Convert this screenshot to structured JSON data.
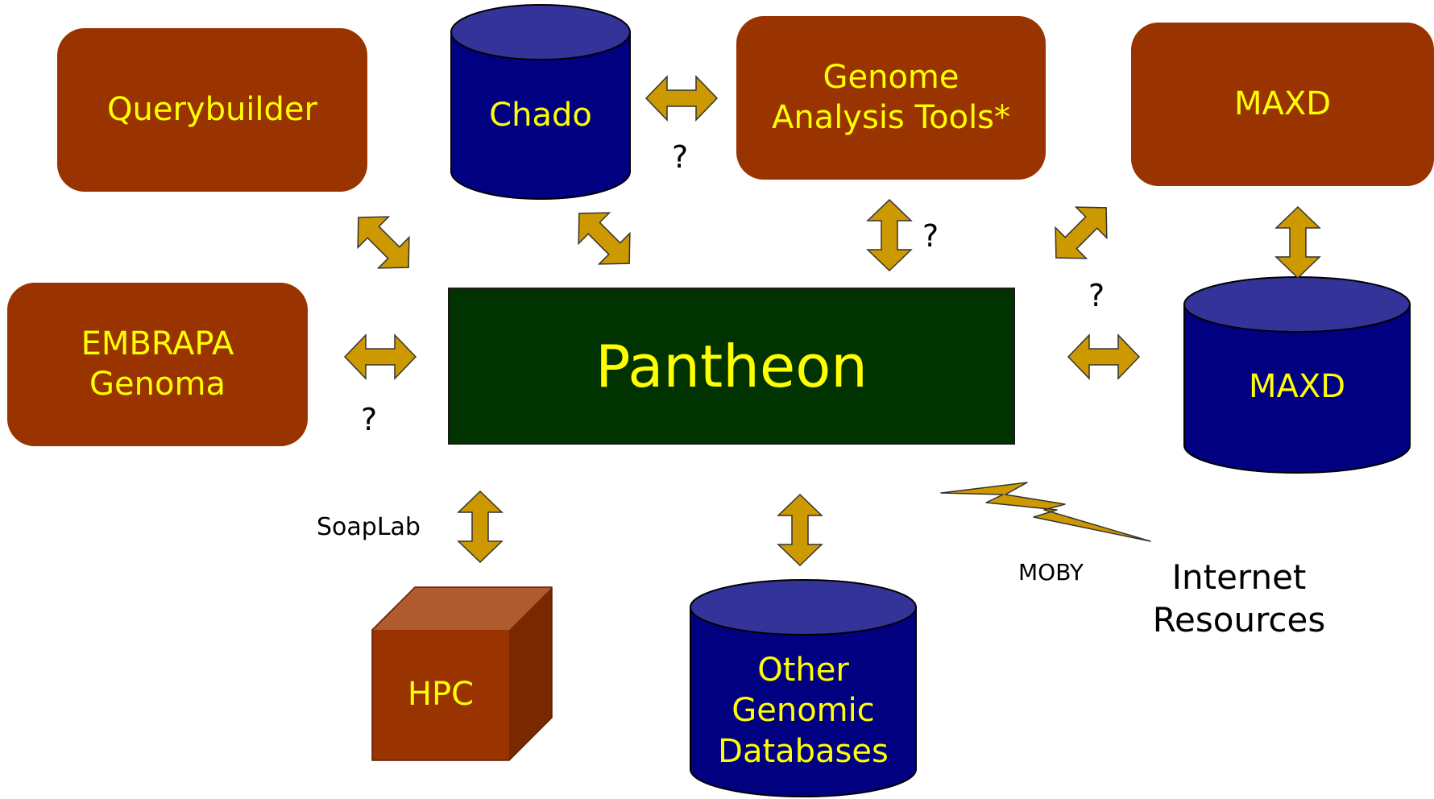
{
  "nodes": {
    "querybuilder": "Querybuilder",
    "chado": "Chado",
    "genome_tools": [
      "Genome",
      "Analysis Tools*"
    ],
    "maxd_tool": "MAXD",
    "embrapa": [
      "EMBRAPA",
      "Genoma"
    ],
    "pantheon": "Pantheon",
    "maxd_db": "MAXD",
    "hpc": "HPC",
    "other_db": [
      "Other",
      "Genomic",
      "Databases"
    ],
    "internet": [
      "Internet",
      "Resources"
    ]
  },
  "labels": {
    "unknown": "?",
    "soaplab": "SoapLab",
    "moby": "MOBY"
  },
  "colors": {
    "tool_box": "#993300",
    "database": "#000080",
    "database_top": "#333399",
    "core": "#003300",
    "text_highlight": "#ffff00",
    "arrow": "#cc9900"
  }
}
